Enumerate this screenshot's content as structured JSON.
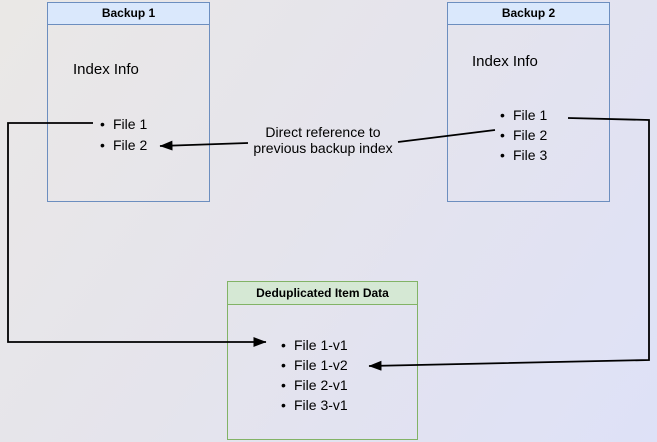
{
  "diagram": {
    "nodes": {
      "backup1": {
        "title": "Backup 1",
        "subtitle": "Index Info",
        "files": [
          "File 1",
          "File 2"
        ]
      },
      "backup2": {
        "title": "Backup 2",
        "subtitle": "Index Info",
        "files": [
          "File 1",
          "File 2",
          "File 3"
        ]
      },
      "dedup": {
        "title": "Deduplicated Item Data",
        "files": [
          "File 1-v1",
          "File 1-v2",
          "File 2-v1",
          "File 3-v1"
        ]
      }
    },
    "edge_label": {
      "line1": "Direct reference to",
      "line2": "previous backup index"
    },
    "colors": {
      "blue_fill": "#dae8fc",
      "blue_stroke": "#6c8ebf",
      "green_fill": "#d5e8d4",
      "green_stroke": "#82b366",
      "arrow": "#000000",
      "bg_top_left": "#eae8e6",
      "bg_bottom_right": "#dee1f7"
    }
  }
}
